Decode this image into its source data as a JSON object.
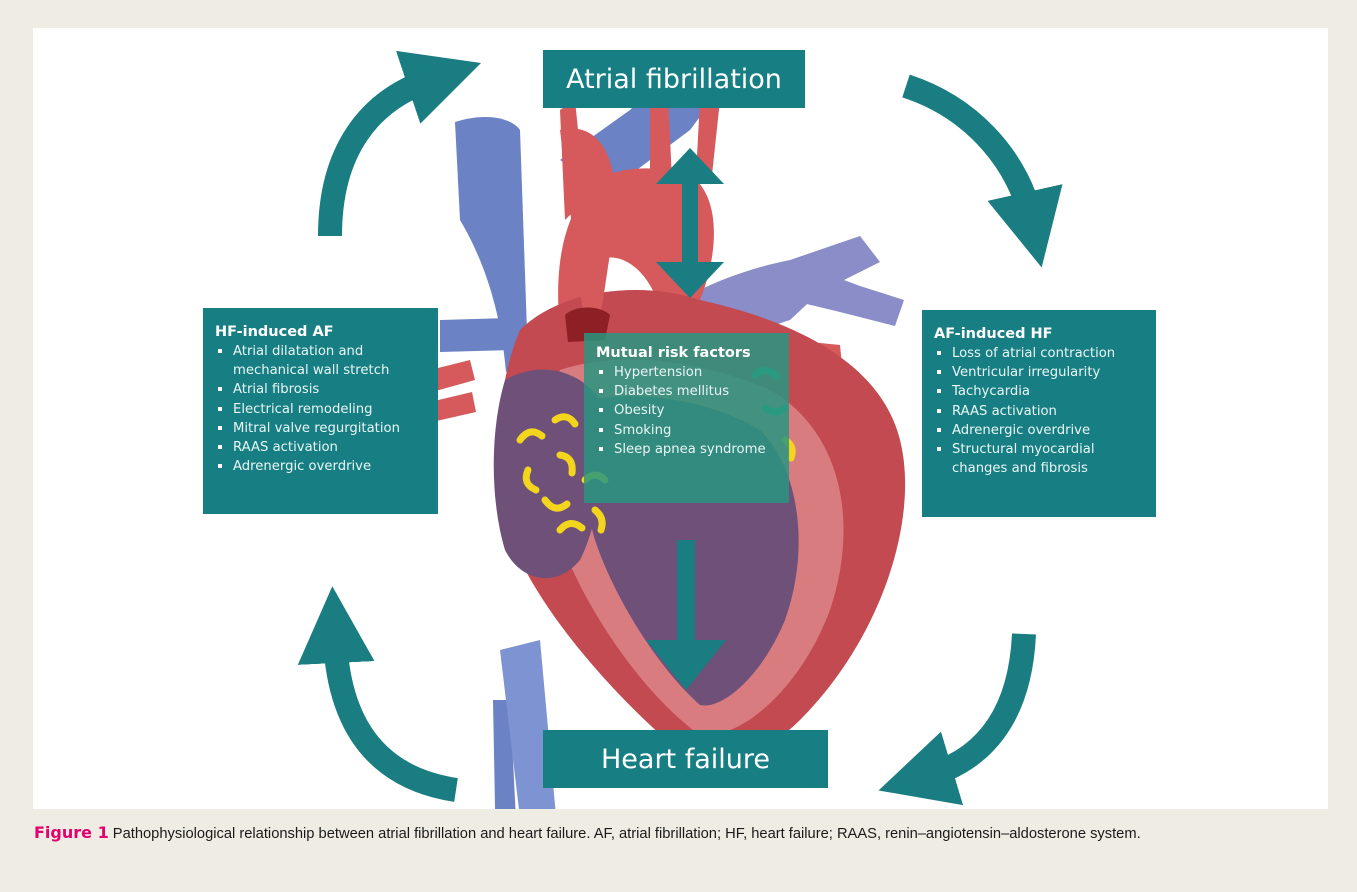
{
  "colors": {
    "page_background": "#efede3",
    "teal_box": "#177f83",
    "teal_arrow": "#197d81",
    "mutual_box": "#269680",
    "figure_label": "#e4006d",
    "vein_blue": "#6b82c5",
    "artery_red": "#d6595c",
    "myocardium": "#c24a50",
    "chamber_purple": "#6e5079",
    "atrial_waves": "#f3d51d"
  },
  "boxes": {
    "atrial_fibrillation": "Atrial fibrillation",
    "heart_failure": "Heart failure"
  },
  "hf_induced_af": {
    "title": "HF-induced AF",
    "items": [
      "Atrial dilatation and mechanical wall stretch",
      "Atrial fibrosis",
      "Electrical remodeling",
      "Mitral valve regurgitation",
      "RAAS activation",
      "Adrenergic overdrive"
    ]
  },
  "mutual_risk_factors": {
    "title": "Mutual risk factors",
    "items": [
      "Hypertension",
      "Diabetes mellitus",
      "Obesity",
      "Smoking",
      "Sleep apnea syndrome"
    ]
  },
  "af_induced_hf": {
    "title": "AF-induced HF",
    "items": [
      "Loss of atrial contraction",
      "Ventricular irregularity",
      "Tachycardia",
      "RAAS activation",
      "Adrenergic overdrive",
      "Structural myocardial changes and fibrosis"
    ]
  },
  "caption": {
    "label": "Figure 1",
    "text": "Pathophysiological relationship between atrial fibrillation and heart failure. AF, atrial fibrillation; HF, heart failure; RAAS, renin–angiotensin–aldosterone system."
  }
}
